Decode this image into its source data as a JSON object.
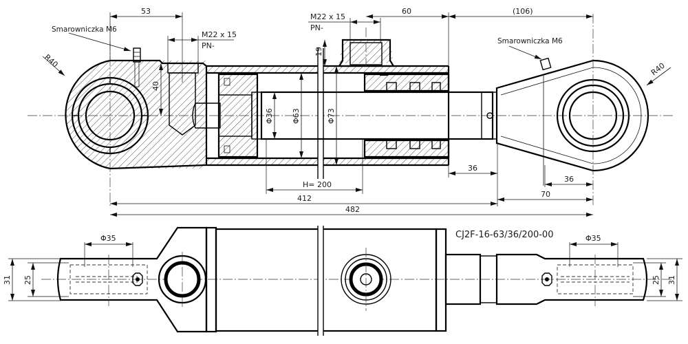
{
  "drawing": {
    "title": "Hydraulic cylinder assembly drawing",
    "part_code": "CJ2F-16-63/36/200-00",
    "section_view": {
      "dimensions": {
        "top_left_53": "53",
        "port_thread_left": "M22 x 15",
        "port_pn_left": "PN-",
        "port_thread_mid": "M22 x 15",
        "port_pn_mid": "PN-",
        "dim_60": "60",
        "dim_106": "(106)",
        "port_height_19": "19",
        "port_depth_40": "40",
        "rod_dia": "Φ36",
        "bore_dia": "Φ63",
        "tube_od": "Φ73",
        "stroke": "H= 200",
        "rod_end_36": "36",
        "eye_offset_36": "36",
        "dim_70": "70",
        "closed_412": "412",
        "extended_482": "482",
        "radius_left": "R40",
        "radius_right": "R40"
      },
      "notes": {
        "grease_left": "Smarowniczka M6",
        "grease_right": "Smarowniczka M6"
      }
    },
    "plan_view": {
      "dimensions": {
        "left_pin_dia": "Φ35",
        "left_width_31": "31",
        "left_width_25": "25",
        "right_pin_dia": "Φ35",
        "right_width_25": "25",
        "right_width_31": "31"
      }
    }
  }
}
